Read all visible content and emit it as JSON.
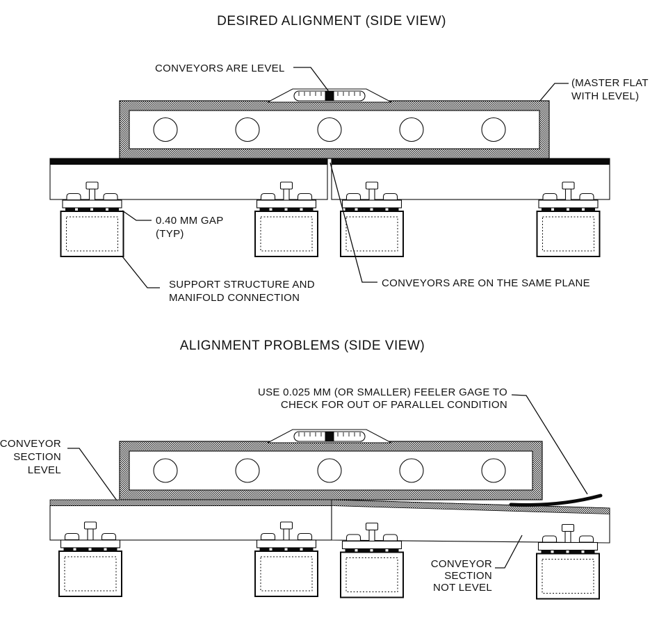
{
  "page": {
    "paper_color": "#ffffff",
    "ink_color": "#0a0a0a",
    "stipple_color": "#2b2b2b"
  },
  "figures": [
    {
      "title": "DESIRED ALIGNMENT (SIDE VIEW)",
      "labels": {
        "conveyors_level": "CONVEYORS ARE LEVEL",
        "master_flat": [
          "(MASTER FLAT",
          "WITH LEVEL)"
        ],
        "gap": [
          "0.40 MM GAP",
          "(TYP)"
        ],
        "support": [
          "SUPPORT STRUCTURE AND",
          "MANIFOLD CONNECTION"
        ],
        "same_plane": "CONVEYORS ARE ON THE SAME PLANE"
      }
    },
    {
      "title": "ALIGNMENT PROBLEMS (SIDE VIEW)",
      "labels": {
        "feeler": [
          "USE 0.025 MM (OR SMALLER) FEELER GAGE TO",
          "CHECK FOR OUT OF PARALLEL CONDITION"
        ],
        "section_level": [
          "CONVEYOR",
          "SECTION",
          "LEVEL"
        ],
        "section_not_level": [
          "CONVEYOR",
          "SECTION",
          "NOT LEVEL"
        ]
      }
    }
  ]
}
